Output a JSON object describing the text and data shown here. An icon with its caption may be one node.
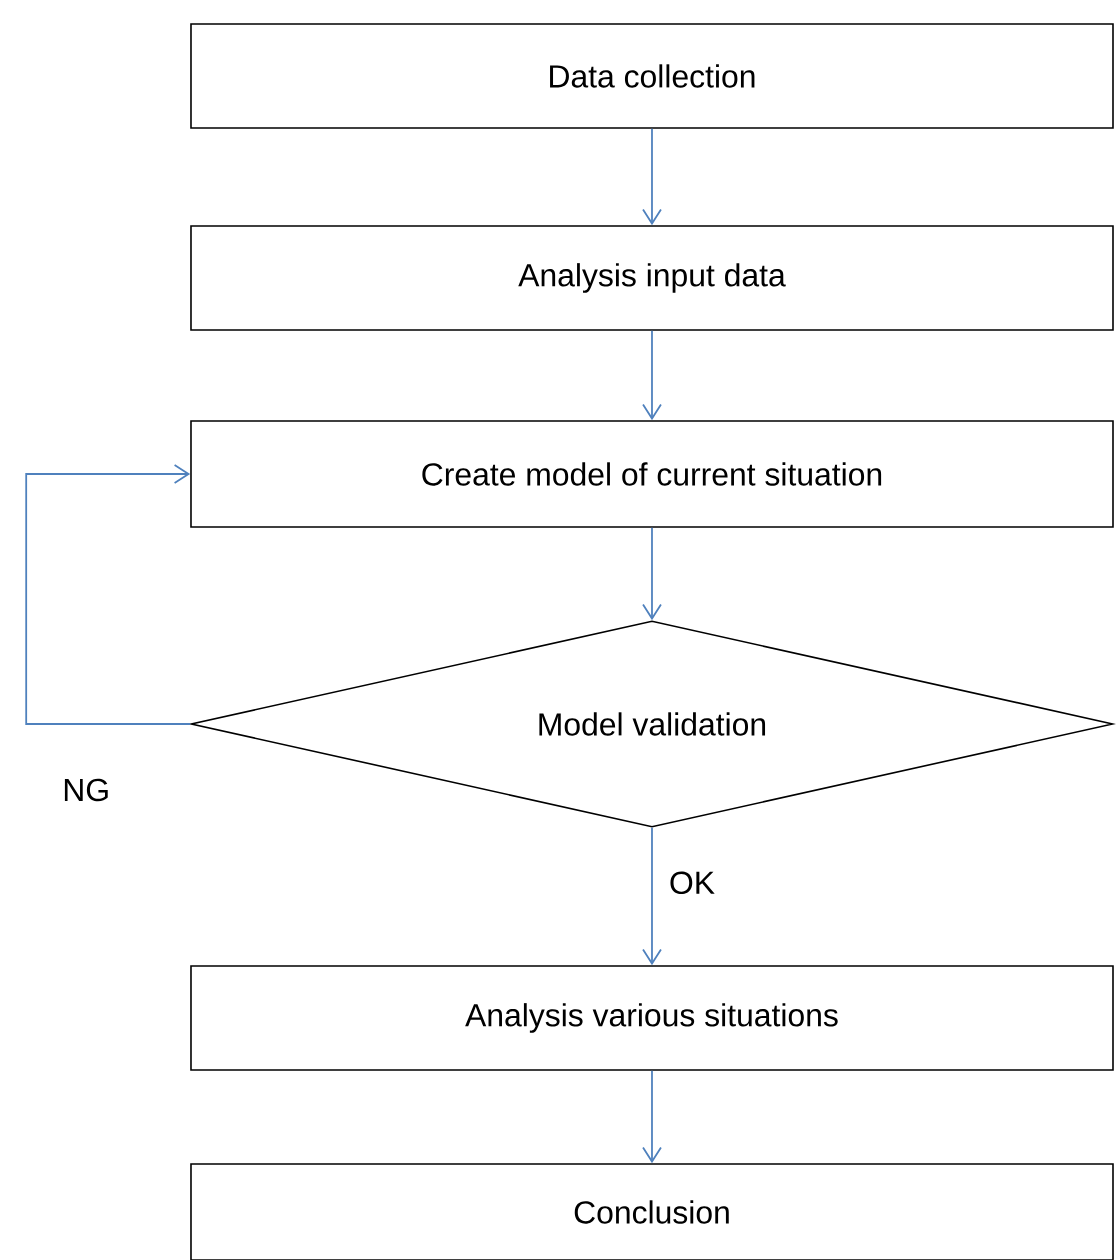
{
  "diagram": {
    "nodes": [
      {
        "text": [
          "Data collection"
        ]
      },
      {
        "text": [
          "Analysis input data"
        ]
      },
      {
        "text": [
          "Create model of current situation"
        ]
      },
      {
        "text": [
          "Model validation"
        ]
      },
      {
        "text": [
          "Analysis various situations"
        ]
      },
      {
        "text": [
          "Conclusion"
        ]
      }
    ],
    "edges": [
      {
        "from": 0,
        "to": 1,
        "arrow": "to"
      },
      {
        "from": 1,
        "to": 2,
        "arrow": "to"
      },
      {
        "from": 2,
        "to": 3,
        "arrow": "to"
      },
      {
        "from": 3,
        "to": 2,
        "arrow": "to",
        "label": "NG"
      },
      {
        "from": 3,
        "to": 4,
        "arrow": "to",
        "label": "OK"
      },
      {
        "from": 4,
        "to": 5,
        "arrow": "to"
      }
    ]
  }
}
